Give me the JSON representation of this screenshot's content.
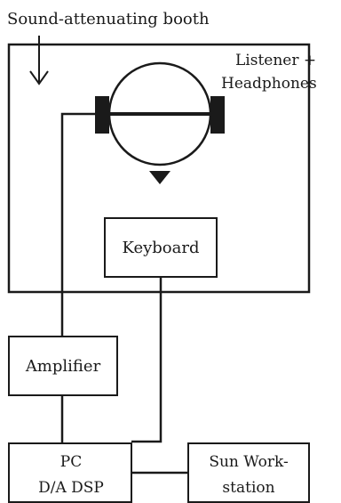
{
  "diagram": {
    "booth_label": "Sound-attenuating booth",
    "listener_label_line1": "Listener +",
    "listener_label_line2": "Headphones",
    "keyboard_label": "Keyboard",
    "amplifier_label": "Amplifier",
    "pc_label_line1": "PC",
    "pc_label_line2": "D/A DSP",
    "workstation_label_line1": "Sun Work-",
    "workstation_label_line2": "station"
  },
  "colors": {
    "line": "#1a1a1a",
    "background": "#ffffff"
  }
}
